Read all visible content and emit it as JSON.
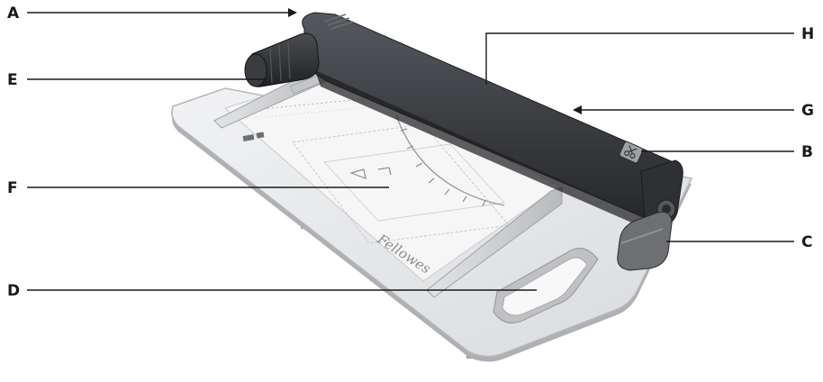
{
  "brand": "Fellowes",
  "callouts": {
    "a": "A",
    "b": "B",
    "c": "C",
    "d": "D",
    "e": "E",
    "f": "F",
    "g": "G",
    "h": "H"
  },
  "colors": {
    "base": "#e6e7e9",
    "base_edge": "#b9bbbf",
    "housing": "#3f4145",
    "housing_dark": "#2c2d30",
    "knob": "#34363a",
    "guide": "#cfd1d4",
    "leader": "#1a1a1a"
  },
  "icons": {
    "cut_button": "scissors-icon"
  }
}
